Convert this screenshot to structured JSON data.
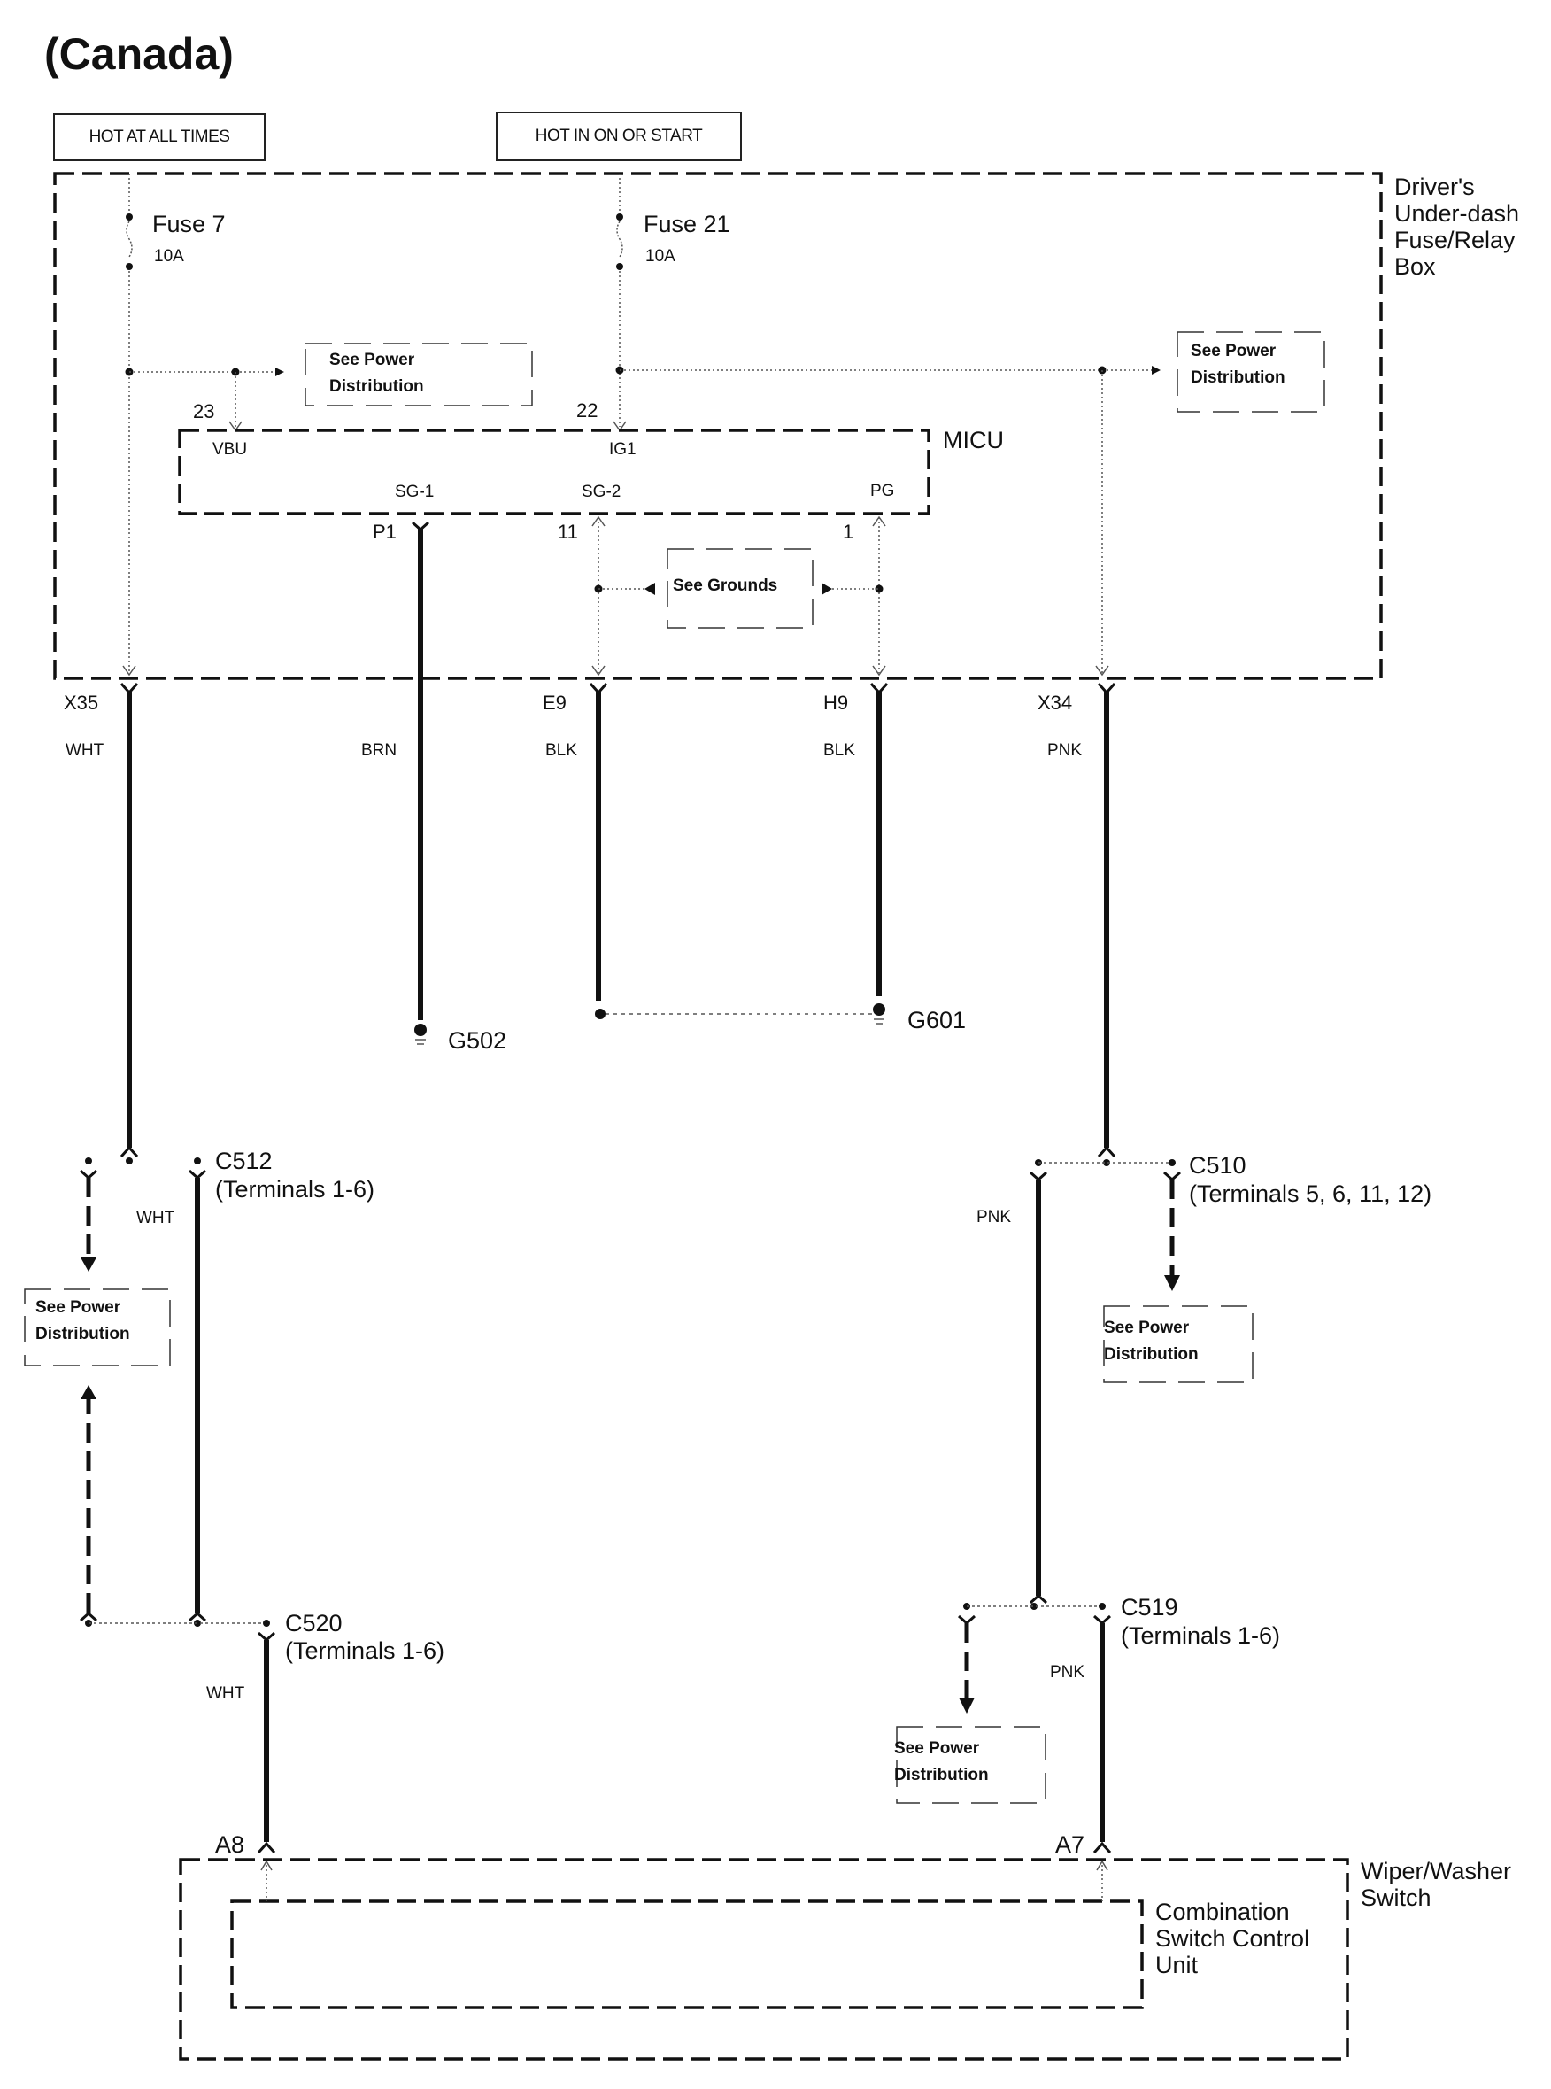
{
  "title": "(Canada)",
  "power_sources": {
    "hot_always": "HOT AT ALL TIMES",
    "hot_on_start": "HOT IN ON OR START"
  },
  "fuse_box": {
    "name_lines": [
      "Driver's",
      "Under-dash",
      "Fuse/Relay",
      "Box"
    ],
    "fuses": [
      {
        "name": "Fuse 7",
        "rating": "10A"
      },
      {
        "name": "Fuse 21",
        "rating": "10A"
      }
    ]
  },
  "references": {
    "power_distribution_lines": [
      "See Power",
      "Distribution"
    ],
    "grounds": "See Grounds"
  },
  "micu": {
    "name": "MICU",
    "pins": {
      "vbu": {
        "terminal": "VBU",
        "number": "23"
      },
      "ig1": {
        "terminal": "IG1",
        "number": "22"
      },
      "sg1": {
        "terminal": "SG-1",
        "number": "P1"
      },
      "sg2": {
        "terminal": "SG-2",
        "number": "11"
      },
      "pg": {
        "terminal": "PG",
        "number": "1"
      }
    }
  },
  "fuse_box_connectors": {
    "x35": {
      "id": "X35",
      "wire": "WHT"
    },
    "sg1": {
      "wire": "BRN"
    },
    "e9": {
      "id": "E9",
      "wire": "BLK"
    },
    "h9": {
      "id": "H9",
      "wire": "BLK"
    },
    "x34": {
      "id": "X34",
      "wire": "PNK"
    }
  },
  "grounds": {
    "g502": "G502",
    "g601": "G601"
  },
  "connectors": {
    "c512": {
      "id": "C512",
      "terminals": "(Terminals 1-6)",
      "wire": "WHT"
    },
    "c510": {
      "id": "C510",
      "terminals": "(Terminals 5, 6, 11, 12)",
      "wire": "PNK"
    },
    "c520": {
      "id": "C520",
      "terminals": "(Terminals 1-6)",
      "wire": "WHT"
    },
    "c519": {
      "id": "C519",
      "terminals": "(Terminals 1-6)",
      "wire": "PNK"
    }
  },
  "switch": {
    "name_lines": [
      "Wiper/Washer",
      "Switch"
    ],
    "unit_lines": [
      "Combination",
      "Switch Control",
      "Unit"
    ],
    "pins": {
      "a8": "A8",
      "a7": "A7"
    }
  }
}
